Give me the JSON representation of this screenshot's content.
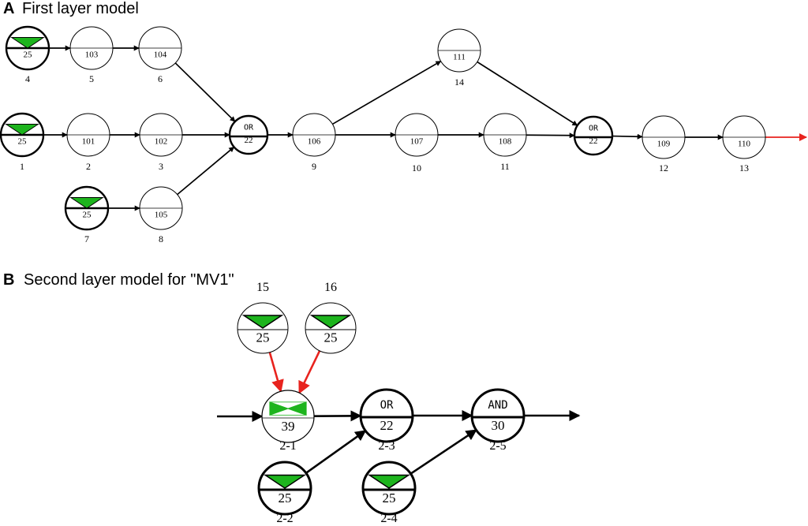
{
  "colors": {
    "arrow": "#000000",
    "output_arrow": "#e8231e",
    "source_fill": "#1db41d",
    "node_stroke": "#000000",
    "node_fill": "#ffffff"
  },
  "panel_a": {
    "letter": "A",
    "title": "First layer model",
    "nodes": [
      {
        "id": "a4",
        "kind": "source",
        "value": "25",
        "type": "",
        "label": "4"
      },
      {
        "id": "a5",
        "kind": "place",
        "value": "103",
        "type": "",
        "label": "5"
      },
      {
        "id": "a6",
        "kind": "place",
        "value": "104",
        "type": "",
        "label": "6"
      },
      {
        "id": "a1",
        "kind": "source",
        "value": "25",
        "type": "",
        "label": "1"
      },
      {
        "id": "a2",
        "kind": "place",
        "value": "101",
        "type": "",
        "label": "2"
      },
      {
        "id": "a3",
        "kind": "place",
        "value": "102",
        "type": "",
        "label": "3"
      },
      {
        "id": "a7",
        "kind": "source",
        "value": "25",
        "type": "",
        "label": "7"
      },
      {
        "id": "a8",
        "kind": "place",
        "value": "105",
        "type": "",
        "label": "8"
      },
      {
        "id": "aor1",
        "kind": "logic",
        "value": "22",
        "type": "OR",
        "label": ""
      },
      {
        "id": "a9",
        "kind": "place",
        "value": "106",
        "type": "",
        "label": "9"
      },
      {
        "id": "a14",
        "kind": "place",
        "value": "111",
        "type": "",
        "label": "14"
      },
      {
        "id": "a10",
        "kind": "place",
        "value": "107",
        "type": "",
        "label": "10"
      },
      {
        "id": "a11",
        "kind": "place",
        "value": "108",
        "type": "",
        "label": "11"
      },
      {
        "id": "aor2",
        "kind": "logic",
        "value": "22",
        "type": "OR",
        "label": ""
      },
      {
        "id": "a12",
        "kind": "place",
        "value": "109",
        "type": "",
        "label": "12"
      },
      {
        "id": "a13",
        "kind": "place",
        "value": "110",
        "type": "",
        "label": "13"
      }
    ],
    "edges": [
      {
        "from": "a4",
        "to": "a5"
      },
      {
        "from": "a5",
        "to": "a6"
      },
      {
        "from": "a6",
        "to": "aor1"
      },
      {
        "from": "a1",
        "to": "a2"
      },
      {
        "from": "a2",
        "to": "a3"
      },
      {
        "from": "a3",
        "to": "aor1"
      },
      {
        "from": "a7",
        "to": "a8"
      },
      {
        "from": "a8",
        "to": "aor1"
      },
      {
        "from": "aor1",
        "to": "a9"
      },
      {
        "from": "a9",
        "to": "a14"
      },
      {
        "from": "a9",
        "to": "a10"
      },
      {
        "from": "a10",
        "to": "a11"
      },
      {
        "from": "a14",
        "to": "aor2"
      },
      {
        "from": "a11",
        "to": "aor2"
      },
      {
        "from": "aor2",
        "to": "a12"
      },
      {
        "from": "a12",
        "to": "a13"
      },
      {
        "from": "a13",
        "to": "out",
        "red": true
      }
    ]
  },
  "panel_b": {
    "letter": "B",
    "title": "Second layer model for \"MV1\"",
    "nodes": [
      {
        "id": "b15",
        "kind": "source",
        "value": "25",
        "type": "",
        "label": "15"
      },
      {
        "id": "b16",
        "kind": "source",
        "value": "25",
        "type": "",
        "label": "16"
      },
      {
        "id": "b21",
        "kind": "valve",
        "value": "39",
        "type": "",
        "label": "2-1"
      },
      {
        "id": "b22",
        "kind": "source",
        "value": "25",
        "type": "",
        "label": "2-2"
      },
      {
        "id": "b23",
        "kind": "logic",
        "value": "22",
        "type": "OR",
        "label": "2-3"
      },
      {
        "id": "b24",
        "kind": "source",
        "value": "25",
        "type": "",
        "label": "2-4"
      },
      {
        "id": "b25",
        "kind": "logic",
        "value": "30",
        "type": "AND",
        "label": "2-5"
      }
    ],
    "edges": [
      {
        "from": "in",
        "to": "b21"
      },
      {
        "from": "b15",
        "to": "b21",
        "red": true
      },
      {
        "from": "b16",
        "to": "b21",
        "red": true
      },
      {
        "from": "b21",
        "to": "b23"
      },
      {
        "from": "b22",
        "to": "b23"
      },
      {
        "from": "b23",
        "to": "b25"
      },
      {
        "from": "b24",
        "to": "b25"
      },
      {
        "from": "b25",
        "to": "out"
      }
    ]
  }
}
